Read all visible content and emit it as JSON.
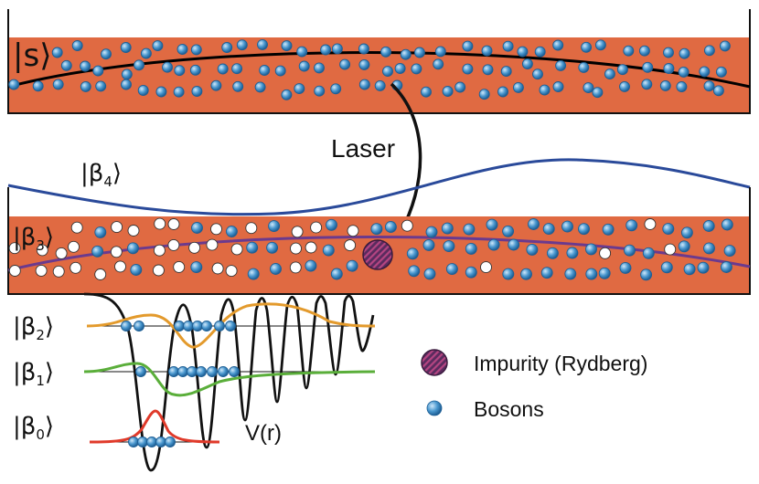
{
  "top_state": {
    "ket": "s"
  },
  "arrow": {
    "label": "Laser"
  },
  "beta4": {
    "ket": "β",
    "sub": "4"
  },
  "beta3": {
    "ket": "β",
    "sub": "3"
  },
  "beta2": {
    "ket": "β",
    "sub": "2"
  },
  "beta1": {
    "ket": "β",
    "sub": "1"
  },
  "beta0": {
    "ket": "β",
    "sub": "0"
  },
  "potential": {
    "label": "V(r)"
  },
  "legend": {
    "impurity_label": "Impurity (Rydberg)",
    "bosons_label": "Bosons"
  },
  "colors": {
    "condensate": "#e06a42",
    "boson": "#4a98cf",
    "boson_highlight": "#cfe8fa",
    "empty_site": "#ffffff",
    "impurity": "#5a2b5e",
    "impurity_stripe": "#b54582",
    "density_profile": "#000000",
    "beta4_wave": "#2a4a9a",
    "beta3_wave": "#6b3a8e",
    "beta2_wave": "#e39a2c",
    "beta1_wave": "#5aae3a",
    "beta0_wave": "#e03a2a",
    "potential_curve": "#111111"
  }
}
